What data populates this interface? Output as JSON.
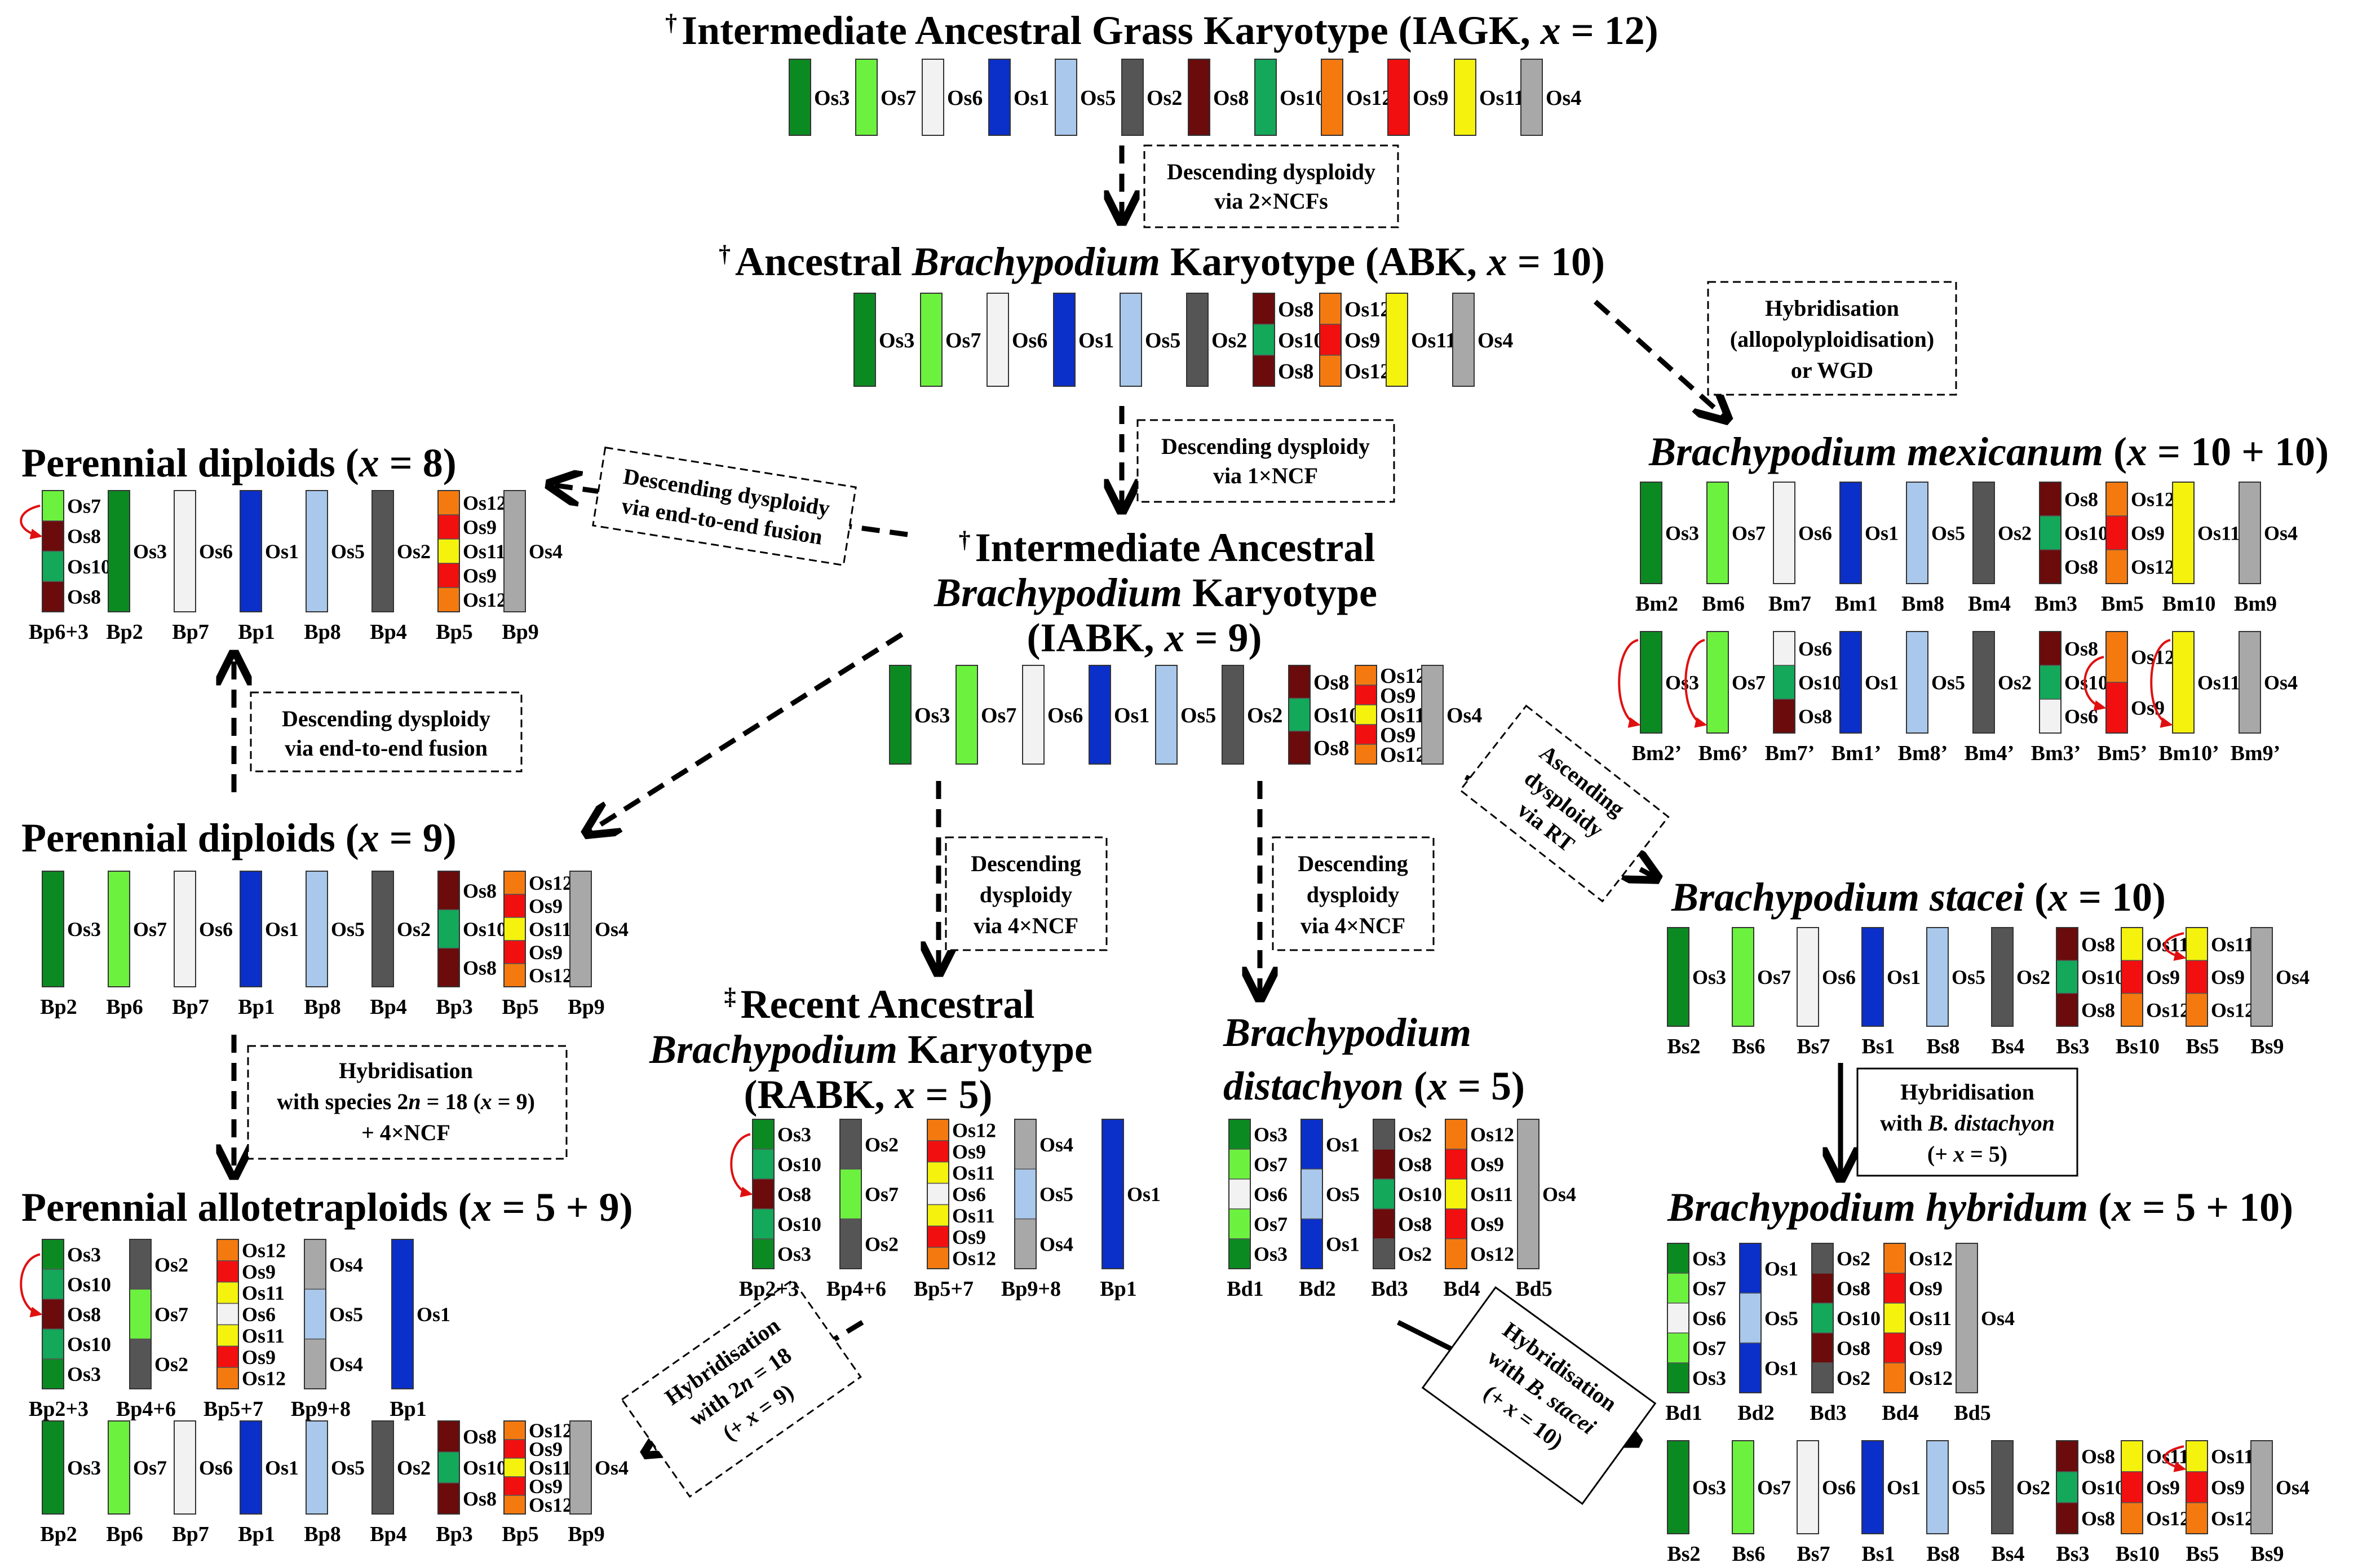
{
  "colors": {
    "Os1": "#0b2fc9",
    "Os2": "#555555",
    "Os3": "#0c8a22",
    "Os4": "#a8a8a8",
    "Os5": "#a9c8ec",
    "Os6": "#f2f2f2",
    "Os7": "#6cf23e",
    "Os8": "#6b0b0b",
    "Os9": "#f20f0f",
    "Os10": "#13a85a",
    "Os11": "#f5f20d",
    "Os12": "#f47a10"
  },
  "icons": {
    "rearrangement": "curved-red-arrow-icon"
  },
  "titles": {
    "iagk": {
      "pre": "Intermediate Ancestral Grass Karyotype (IAGK, ",
      "var": "x",
      "post": " = 12)",
      "sym": "†"
    },
    "abk": {
      "pre": "Ancestral ",
      "ital": "Brachypodium",
      "post": " Karyotype (ABK, ",
      "var": "x",
      "post2": " = 10)",
      "sym": "†"
    },
    "iabk": {
      "line1": "Intermediate Ancestral",
      "line2_ital": "Brachypodium",
      "line2": " Karyotype",
      "line3a": "(IABK, ",
      "var": "x",
      "line3b": " = 9)",
      "sym": "†"
    },
    "rabk": {
      "line1": "Recent Ancestral",
      "line2_ital": "Brachypodium",
      "line2": " Karyotype",
      "line3a": "(RABK, ",
      "var": "x",
      "line3b": " = 5)",
      "sym": "‡"
    },
    "bdis": {
      "line1": "Brachypodium",
      "line2a": "distachyon",
      "line2b": " (",
      "var": "x",
      "line2c": " = 5)"
    },
    "bmex": {
      "ital": "Brachypodium mexicanum",
      "a": " (",
      "var": "x",
      "b": " = 10 + 10)"
    },
    "bsta": {
      "ital": "Brachypodium stacei",
      "a": " (",
      "var": "x",
      "b": " = 10)"
    },
    "bhyb": {
      "ital": "Brachypodium hybridum",
      "a": " (",
      "var": "x",
      "b": " = 5 + 10)"
    },
    "pd8": {
      "a": "Perennial diploids (",
      "var": "x",
      "b": " = 8)"
    },
    "pd9": {
      "a": "Perennial diploids (",
      "var": "x",
      "b": " = 9)"
    },
    "pa": {
      "a": "Perennial allotetraploids (",
      "var": "x",
      "b": " = 5 + 9)"
    }
  },
  "boxes": {
    "b1": [
      "Descending dysploidy",
      "via 2×NCFs"
    ],
    "b2": [
      "Descending dysploidy",
      "via 1×NCF"
    ],
    "b3": [
      "Hybridisation",
      "(allopolyploidisation)",
      "or WGD"
    ],
    "b4": [
      "Descending dysploidy",
      "via end-to-end fusion"
    ],
    "b5": [
      "Descending dysploidy",
      "via end-to-end fusion"
    ],
    "b6": [
      "Descending",
      "dysploidy",
      "via 4×NCF"
    ],
    "b7": [
      "Descending",
      "dysploidy",
      "via 4×NCF"
    ],
    "b8": [
      "Ascending",
      "dysploidy",
      "via RT"
    ],
    "b9": {
      "l1": "Hybridisation",
      "l2a": "with species 2",
      "l2n": "n",
      "l2b": " = 18 (",
      "l2x": "x",
      "l2c": " = 9)",
      "l3": "+ 4×NCF"
    },
    "b10": {
      "l1": "Hybridisation",
      "l2a": "with ",
      "l2i": "B. distachyon",
      "l3a": "(+ ",
      "l3x": "x",
      "l3b": " = 5)"
    },
    "b11": {
      "l1": "Hybridisation",
      "l2a": "with 2",
      "l2n": "n",
      "l2b": " = 18",
      "l3a": "(+ ",
      "l3x": "x",
      "l3b": " = 9)"
    },
    "b12": {
      "l1": "Hybridisation",
      "l2a": "with ",
      "l2i": "B. stacei",
      "l3a": "(+ ",
      "l3x": "x",
      "l3b": " = 10)"
    }
  },
  "karyotypes": [
    {
      "id": "iagk",
      "chroms": [
        {
          "segs": [
            "Os3"
          ]
        },
        {
          "segs": [
            "Os7"
          ]
        },
        {
          "segs": [
            "Os6"
          ]
        },
        {
          "segs": [
            "Os1"
          ]
        },
        {
          "segs": [
            "Os5"
          ]
        },
        {
          "segs": [
            "Os2"
          ]
        },
        {
          "segs": [
            "Os8"
          ]
        },
        {
          "segs": [
            "Os10"
          ]
        },
        {
          "segs": [
            "Os12"
          ]
        },
        {
          "segs": [
            "Os9"
          ]
        },
        {
          "segs": [
            "Os11"
          ]
        },
        {
          "segs": [
            "Os4"
          ]
        }
      ]
    },
    {
      "id": "abk",
      "chroms": [
        {
          "segs": [
            "Os3"
          ]
        },
        {
          "segs": [
            "Os7"
          ]
        },
        {
          "segs": [
            "Os6"
          ]
        },
        {
          "segs": [
            "Os1"
          ]
        },
        {
          "segs": [
            "Os5"
          ]
        },
        {
          "segs": [
            "Os2"
          ]
        },
        {
          "segs": [
            "Os8",
            "Os10",
            "Os8"
          ]
        },
        {
          "segs": [
            "Os12",
            "Os9",
            "Os12"
          ]
        },
        {
          "segs": [
            "Os11"
          ]
        },
        {
          "segs": [
            "Os4"
          ]
        }
      ]
    },
    {
      "id": "iabk",
      "chroms": [
        {
          "segs": [
            "Os3"
          ]
        },
        {
          "segs": [
            "Os7"
          ]
        },
        {
          "segs": [
            "Os6"
          ]
        },
        {
          "segs": [
            "Os1"
          ]
        },
        {
          "segs": [
            "Os5"
          ]
        },
        {
          "segs": [
            "Os2"
          ]
        },
        {
          "segs": [
            "Os8",
            "Os10",
            "Os8"
          ]
        },
        {
          "segs": [
            "Os12",
            "Os9",
            "Os11",
            "Os9",
            "Os12"
          ]
        },
        {
          "segs": [
            "Os4"
          ]
        }
      ]
    },
    {
      "id": "pd8",
      "chroms": [
        {
          "name": "Bp6+3",
          "segs": [
            "Os7",
            "Os8",
            "Os10",
            "Os8"
          ],
          "arrow": [
            0,
            1
          ]
        },
        {
          "name": "Bp2",
          "segs": [
            "Os3"
          ]
        },
        {
          "name": "Bp7",
          "segs": [
            "Os6"
          ]
        },
        {
          "name": "Bp1",
          "segs": [
            "Os1"
          ]
        },
        {
          "name": "Bp8",
          "segs": [
            "Os5"
          ]
        },
        {
          "name": "Bp4",
          "segs": [
            "Os2"
          ]
        },
        {
          "name": "Bp5",
          "segs": [
            "Os12",
            "Os9",
            "Os11",
            "Os9",
            "Os12"
          ]
        },
        {
          "name": "Bp9",
          "segs": [
            "Os4"
          ]
        }
      ]
    },
    {
      "id": "pd9",
      "chroms": [
        {
          "name": "Bp2",
          "segs": [
            "Os3"
          ]
        },
        {
          "name": "Bp6",
          "segs": [
            "Os7"
          ]
        },
        {
          "name": "Bp7",
          "segs": [
            "Os6"
          ]
        },
        {
          "name": "Bp1",
          "segs": [
            "Os1"
          ]
        },
        {
          "name": "Bp8",
          "segs": [
            "Os5"
          ]
        },
        {
          "name": "Bp4",
          "segs": [
            "Os2"
          ]
        },
        {
          "name": "Bp3",
          "segs": [
            "Os8",
            "Os10",
            "Os8"
          ]
        },
        {
          "name": "Bp5",
          "segs": [
            "Os12",
            "Os9",
            "Os11",
            "Os9",
            "Os12"
          ]
        },
        {
          "name": "Bp9",
          "segs": [
            "Os4"
          ]
        }
      ]
    },
    {
      "id": "pa1",
      "chroms": [
        {
          "name": "Bp2+3",
          "segs": [
            "Os3",
            "Os10",
            "Os8",
            "Os10",
            "Os3"
          ],
          "arrow": [
            0,
            2
          ]
        },
        {
          "name": "Bp4+6",
          "segs": [
            "Os2",
            "Os7",
            "Os2"
          ]
        },
        {
          "name": "Bp5+7",
          "segs": [
            "Os12",
            "Os9",
            "Os11",
            "Os6",
            "Os11",
            "Os9",
            "Os12"
          ]
        },
        {
          "name": "Bp9+8",
          "segs": [
            "Os4",
            "Os5",
            "Os4"
          ]
        },
        {
          "name": "Bp1",
          "segs": [
            "Os1"
          ]
        }
      ]
    },
    {
      "id": "pa2",
      "chroms": [
        {
          "name": "Bp2",
          "segs": [
            "Os3"
          ]
        },
        {
          "name": "Bp6",
          "segs": [
            "Os7"
          ]
        },
        {
          "name": "Bp7",
          "segs": [
            "Os6"
          ]
        },
        {
          "name": "Bp1",
          "segs": [
            "Os1"
          ]
        },
        {
          "name": "Bp8",
          "segs": [
            "Os5"
          ]
        },
        {
          "name": "Bp4",
          "segs": [
            "Os2"
          ]
        },
        {
          "name": "Bp3",
          "segs": [
            "Os8",
            "Os10",
            "Os8"
          ]
        },
        {
          "name": "Bp5",
          "segs": [
            "Os12",
            "Os9",
            "Os11",
            "Os9",
            "Os12"
          ]
        },
        {
          "name": "Bp9",
          "segs": [
            "Os4"
          ]
        }
      ]
    },
    {
      "id": "rabk",
      "chroms": [
        {
          "name": "Bp2+3",
          "segs": [
            "Os3",
            "Os10",
            "Os8",
            "Os10",
            "Os3"
          ],
          "arrow": [
            0,
            2
          ]
        },
        {
          "name": "Bp4+6",
          "segs": [
            "Os2",
            "Os7",
            "Os2"
          ]
        },
        {
          "name": "Bp5+7",
          "segs": [
            "Os12",
            "Os9",
            "Os11",
            "Os6",
            "Os11",
            "Os9",
            "Os12"
          ]
        },
        {
          "name": "Bp9+8",
          "segs": [
            "Os4",
            "Os5",
            "Os4"
          ]
        },
        {
          "name": "Bp1",
          "segs": [
            "Os1"
          ]
        }
      ]
    },
    {
      "id": "bdis",
      "chroms": [
        {
          "name": "Bd1",
          "segs": [
            "Os3",
            "Os7",
            "Os6",
            "Os7",
            "Os3"
          ]
        },
        {
          "name": "Bd2",
          "segs": [
            "Os1",
            "Os5",
            "Os1"
          ]
        },
        {
          "name": "Bd3",
          "segs": [
            "Os2",
            "Os8",
            "Os10",
            "Os8",
            "Os2"
          ]
        },
        {
          "name": "Bd4",
          "segs": [
            "Os12",
            "Os9",
            "Os11",
            "Os9",
            "Os12"
          ]
        },
        {
          "name": "Bd5",
          "segs": [
            "Os4"
          ]
        }
      ]
    },
    {
      "id": "bmex1",
      "chroms": [
        {
          "name": "Bm2",
          "segs": [
            "Os3"
          ]
        },
        {
          "name": "Bm6",
          "segs": [
            "Os7"
          ]
        },
        {
          "name": "Bm7",
          "segs": [
            "Os6"
          ]
        },
        {
          "name": "Bm1",
          "segs": [
            "Os1"
          ]
        },
        {
          "name": "Bm8",
          "segs": [
            "Os5"
          ]
        },
        {
          "name": "Bm4",
          "segs": [
            "Os2"
          ]
        },
        {
          "name": "Bm3",
          "segs": [
            "Os8",
            "Os10",
            "Os8"
          ]
        },
        {
          "name": "Bm5",
          "segs": [
            "Os12",
            "Os9",
            "Os12"
          ]
        },
        {
          "name": "Bm10",
          "segs": [
            "Os11"
          ]
        },
        {
          "name": "Bm9",
          "segs": [
            "Os4"
          ]
        }
      ]
    },
    {
      "id": "bmex2",
      "chroms": [
        {
          "name": "Bm2’",
          "segs": [
            "Os3"
          ],
          "arrowSelf": true
        },
        {
          "name": "Bm6’",
          "segs": [
            "Os7"
          ],
          "arrowSelf": true
        },
        {
          "name": "Bm7’",
          "segs": [
            "Os6",
            "Os10",
            "Os8"
          ]
        },
        {
          "name": "Bm1’",
          "segs": [
            "Os1"
          ]
        },
        {
          "name": "Bm8’",
          "segs": [
            "Os5"
          ]
        },
        {
          "name": "Bm4’",
          "segs": [
            "Os2"
          ]
        },
        {
          "name": "Bm3’",
          "segs": [
            "Os8",
            "Os10",
            "Os6"
          ]
        },
        {
          "name": "Bm5’",
          "segs": [
            "Os12",
            "Os9"
          ],
          "arrow": [
            0,
            1
          ]
        },
        {
          "name": "Bm10’",
          "segs": [
            "Os11"
          ],
          "arrowSelf": true
        },
        {
          "name": "Bm9’",
          "segs": [
            "Os4"
          ]
        }
      ]
    },
    {
      "id": "bsta",
      "chroms": [
        {
          "name": "Bs2",
          "segs": [
            "Os3"
          ]
        },
        {
          "name": "Bs6",
          "segs": [
            "Os7"
          ]
        },
        {
          "name": "Bs7",
          "segs": [
            "Os6"
          ]
        },
        {
          "name": "Bs1",
          "segs": [
            "Os1"
          ]
        },
        {
          "name": "Bs8",
          "segs": [
            "Os5"
          ]
        },
        {
          "name": "Bs4",
          "segs": [
            "Os2"
          ]
        },
        {
          "name": "Bs3",
          "segs": [
            "Os8",
            "Os10",
            "Os8"
          ]
        },
        {
          "name": "Bs10",
          "segs": [
            "Os11",
            "Os9",
            "Os12"
          ]
        },
        {
          "name": "Bs5",
          "segs": [
            "Os11",
            "Os9",
            "Os12"
          ],
          "arrow": [
            0,
            0
          ]
        },
        {
          "name": "Bs9",
          "segs": [
            "Os4"
          ]
        }
      ]
    },
    {
      "id": "bhyb1",
      "chroms": [
        {
          "name": "Bd1",
          "segs": [
            "Os3",
            "Os7",
            "Os6",
            "Os7",
            "Os3"
          ]
        },
        {
          "name": "Bd2",
          "segs": [
            "Os1",
            "Os5",
            "Os1"
          ]
        },
        {
          "name": "Bd3",
          "segs": [
            "Os2",
            "Os8",
            "Os10",
            "Os8",
            "Os2"
          ]
        },
        {
          "name": "Bd4",
          "segs": [
            "Os12",
            "Os9",
            "Os11",
            "Os9",
            "Os12"
          ]
        },
        {
          "name": "Bd5",
          "segs": [
            "Os4"
          ]
        }
      ]
    },
    {
      "id": "bhyb2",
      "chroms": [
        {
          "name": "Bs2",
          "segs": [
            "Os3"
          ]
        },
        {
          "name": "Bs6",
          "segs": [
            "Os7"
          ]
        },
        {
          "name": "Bs7",
          "segs": [
            "Os6"
          ]
        },
        {
          "name": "Bs1",
          "segs": [
            "Os1"
          ]
        },
        {
          "name": "Bs8",
          "segs": [
            "Os5"
          ]
        },
        {
          "name": "Bs4",
          "segs": [
            "Os2"
          ]
        },
        {
          "name": "Bs3",
          "segs": [
            "Os8",
            "Os10",
            "Os8"
          ]
        },
        {
          "name": "Bs10",
          "segs": [
            "Os11",
            "Os9",
            "Os12"
          ]
        },
        {
          "name": "Bs5",
          "segs": [
            "Os11",
            "Os9",
            "Os12"
          ],
          "arrow": [
            0,
            0
          ]
        },
        {
          "name": "Bs9",
          "segs": [
            "Os4"
          ]
        }
      ]
    }
  ]
}
